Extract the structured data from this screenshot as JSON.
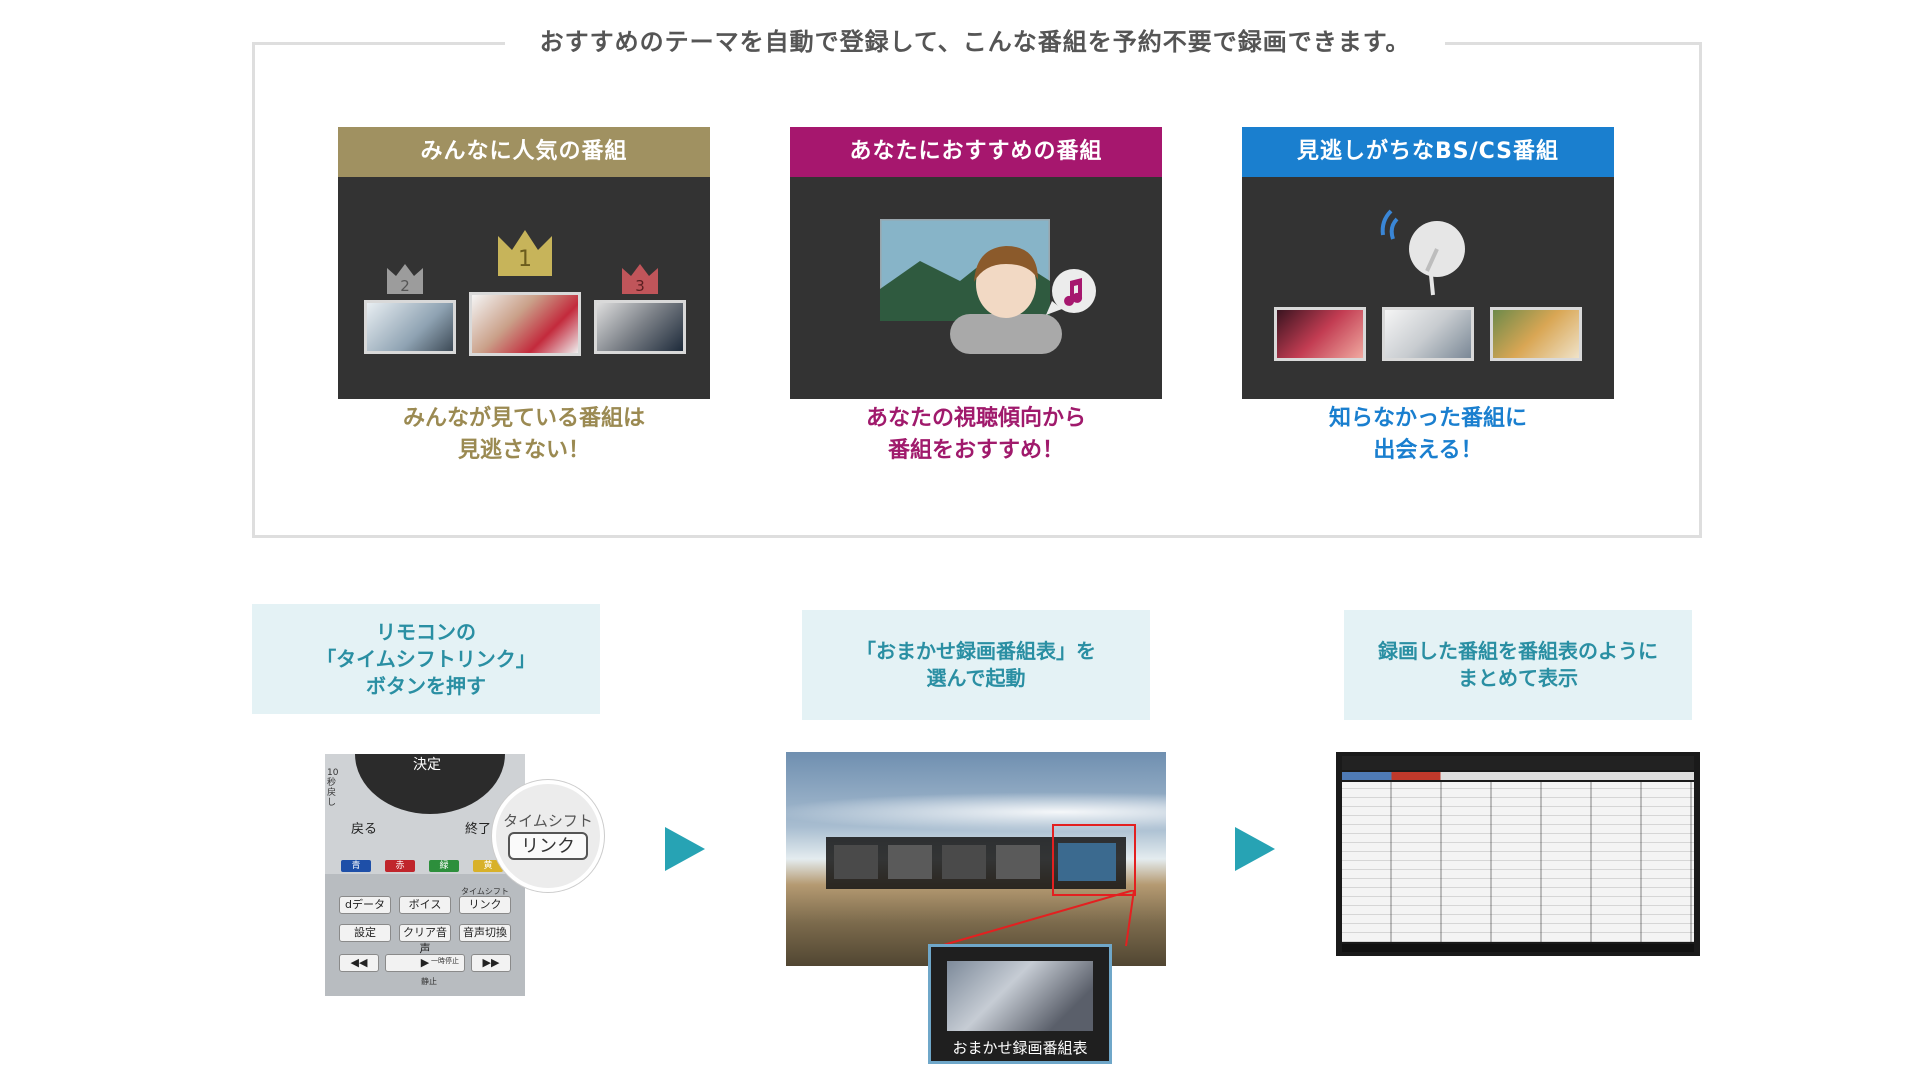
{
  "top": {
    "title": "おすすめのテーマを自動で登録して、こんな番組を予約不要で録画できます。",
    "cards": [
      {
        "heading": "みんなに人気の番組",
        "caption_line1": "みんなが見ている番組は",
        "caption_line2": "見逃さない！",
        "color": "#a09161",
        "rank_labels": [
          "2",
          "1",
          "3"
        ]
      },
      {
        "heading": "あなたにおすすめの番組",
        "caption_line1": "あなたの視聴傾向から",
        "caption_line2": "番組をおすすめ！",
        "color": "#a6176e"
      },
      {
        "heading": "見逃しがちなBS/CS番組",
        "caption_line1": "知らなかった番組に",
        "caption_line2": "出会える！",
        "color": "#1a7fcf"
      }
    ]
  },
  "steps": [
    {
      "line1": "リモコンの",
      "line2": "「タイムシフトリンク」",
      "line3": "ボタンを押す"
    },
    {
      "line1": "「おまかせ録画番組表」を",
      "line2": "選んで起動"
    },
    {
      "line1": "録画した番組を番組表のように",
      "line2": "まとめて表示"
    }
  ],
  "remote": {
    "decide": "決定",
    "back": "戻る",
    "end": "終了",
    "skip_back": "10秒戻し",
    "color_buttons": [
      "青",
      "赤",
      "緑",
      "黄"
    ],
    "timeshift_small": "タイムシフト",
    "link_small": "リンク",
    "zoom_top": "タイムシフト",
    "zoom_bottom": "リンク",
    "data_btn": "dデータ",
    "voice_btn": "ボイス",
    "settings_btn": "設定",
    "clear_btn": "クリア音声",
    "audio_btn": "音声切換",
    "pause_label": "一時停止",
    "mute_label": "静止"
  },
  "screen2": {
    "popup_label": "おまかせ録画番組表"
  },
  "colors": {
    "accent": "#27a3b4",
    "step_bg": "#e4f2f5",
    "step_text": "#2a8fa3",
    "highlight": "#e32020"
  }
}
